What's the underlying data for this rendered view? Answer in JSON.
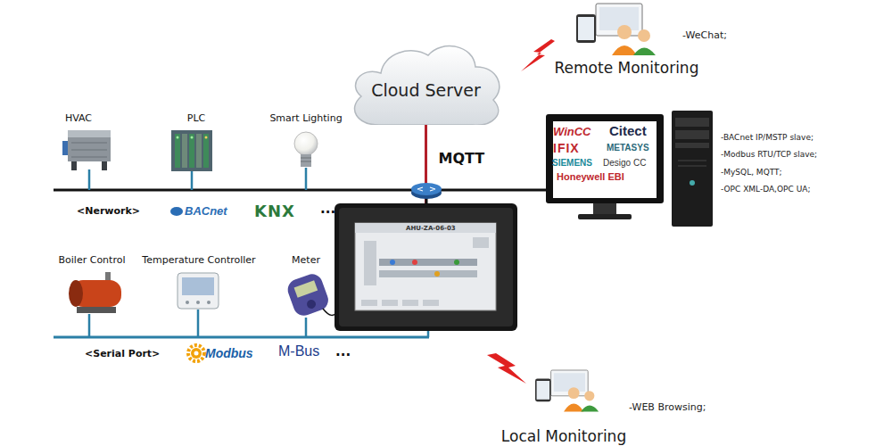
{
  "diagram": {
    "nodes": [
      {
        "text": [
          "Cloud Server"
        ]
      },
      {
        "text": [
          "Remote Monitoring"
        ]
      },
      {
        "text": [
          "HVAC"
        ]
      },
      {
        "text": [
          "PLC"
        ]
      },
      {
        "text": [
          "Smart Lighting"
        ]
      },
      {
        "text": [
          "WinCC",
          "Citect",
          "IFIX",
          "METASYS",
          "SIEMENS",
          "Desigo CC",
          "Honeywell EBI"
        ]
      },
      {
        "text": [
          "AHU-ZA-06-03"
        ]
      },
      {
        "text": [
          "Boiler Control"
        ]
      },
      {
        "text": [
          "Temperature Controller"
        ]
      },
      {
        "text": [
          "Meter"
        ]
      },
      {
        "text": [
          "Local Monitoring"
        ]
      }
    ],
    "edges": [
      {
        "from": 0,
        "to": 6,
        "arrow": "none",
        "label": "MQTT"
      }
    ],
    "labels": [
      "-WeChat;",
      "<Nerwork>",
      "BACnet",
      "KNX",
      "...",
      "-BACnet IP/MSTP slave;",
      "-Modbus RTU/TCP slave;",
      "-MySQL, MQTT;",
      "-OPC XML-DA,OPC UA;",
      "<Serial Port>",
      "Modbus",
      "M-Bus",
      "...",
      "-WEB Browsing;"
    ]
  }
}
